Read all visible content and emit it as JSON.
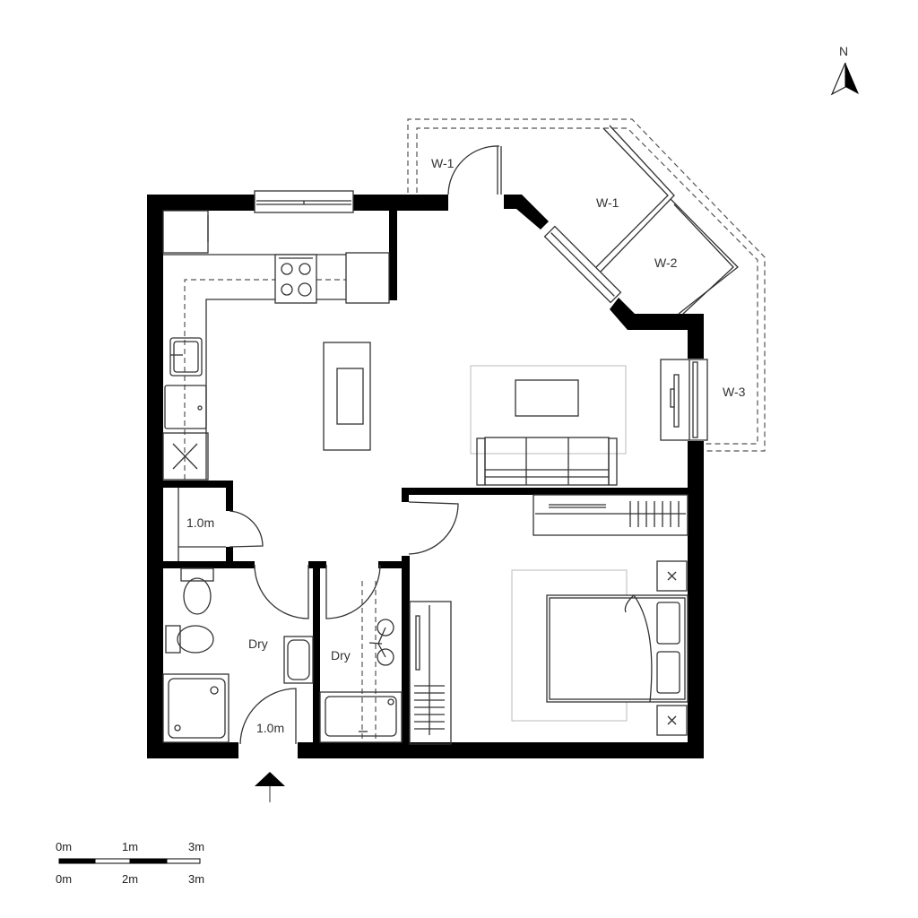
{
  "compass": {
    "label": "N"
  },
  "labels": {
    "door_w1": "W-1",
    "window_w1": "W-1",
    "window_w2": "W-2",
    "window_w3": "W-3",
    "closet_width": "1.0m",
    "bath_dry": "Dry",
    "utility_dry": "Dry",
    "entry_width": "1.0m"
  },
  "scale_bar": {
    "top_labels": [
      "0m",
      "1m",
      "3m"
    ],
    "bottom_labels": [
      "0m",
      "2m",
      "3m"
    ]
  }
}
